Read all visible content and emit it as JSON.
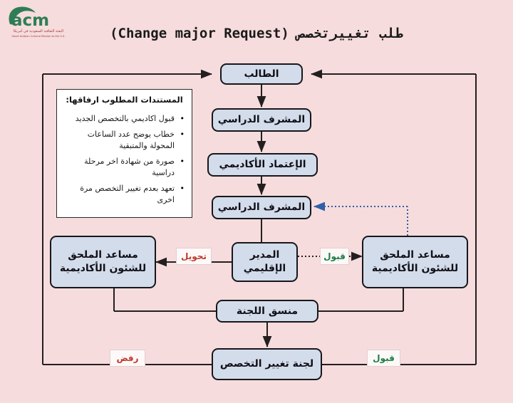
{
  "page": {
    "background_color": "#f6dcdc",
    "title": "طلب تغييرتخصص (Change major Request)"
  },
  "logo": {
    "wordmark": "acm",
    "arabic_line": "البعثة الثقافية السعودية في أمريكا",
    "english_line": "Saudi Arabian Cultural Mission to the U.S.",
    "brand_green": "#2f7d57",
    "brand_red": "#a33b3b"
  },
  "documents_panel": {
    "heading": "المستندات المطلوب ارفاقها:",
    "items": [
      "قبول اكاديمي بالتخصص الجديد",
      "خطاب يوضح عدد الساعات المحولة والمتبقية",
      "صورة من شهادة اخر مرحلة دراسية",
      "تعهد بعدم تغيير التخصص مرة اخرى"
    ]
  },
  "flow": {
    "nodes": {
      "student": "الطالب",
      "supervisor_first": "المشرف الدراسي",
      "academic_accreditation": "الإعتماد الأكاديمي",
      "supervisor_second": "المشرف الدراسي",
      "regional_director": "المدير الإقليمي",
      "assistant_attache_left": "مساعد الملحق للشئون الأكاديمية",
      "assistant_attache_right": "مساعد الملحق للشئون الأكاديمية",
      "committee_coordinator": "منسق اللجنة",
      "major_change_committee": "لجنة تغيير التخصص"
    },
    "edge_labels": {
      "transfer": "تحويل",
      "accept_middle": "قبول",
      "reject": "رفض",
      "accept_bottom": "قبول"
    },
    "colors": {
      "node_fill": "#d3dcea",
      "node_border": "#17171c",
      "connector": "#231f20",
      "dotted_connector": "#2f5fa8",
      "reject_text": "#c0392b",
      "accept_text": "#1e7a46"
    }
  }
}
